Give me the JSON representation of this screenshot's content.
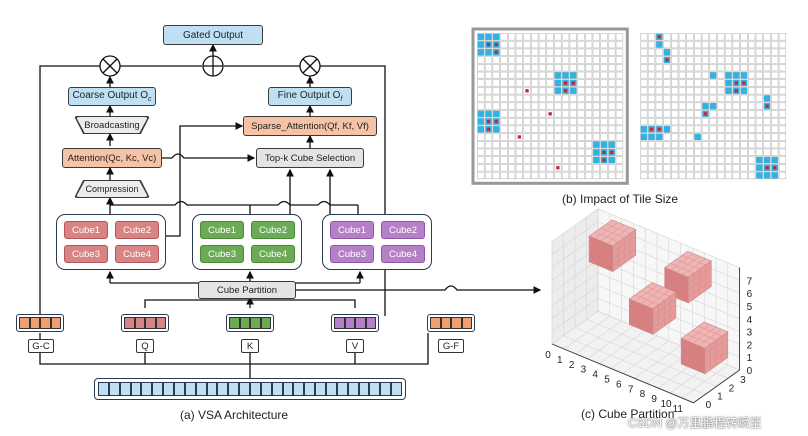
{
  "architecture": {
    "gated_output": "Gated Output",
    "coarse_output": "Coarse Output O",
    "coarse_sub": "c",
    "fine_output": "Fine Output O",
    "fine_sub": "f",
    "broadcasting": "Broadcasting",
    "attention": "Attention(Q",
    "attention_full": "Attention(Qc, Kc, Vc)",
    "sparse_attention": "Sparse_Attention(Qf, Kf, Vf)",
    "topk": "Top-k Cube Selection",
    "compression": "Compression",
    "cube_partition": "Cube Partition",
    "groups": [
      {
        "color": "#d88484",
        "cubes": [
          "Cube1",
          "Cube2",
          "Cube3",
          "Cube4"
        ]
      },
      {
        "color": "#6bab55",
        "cubes": [
          "Cube1",
          "Cube2",
          "Cube3",
          "Cube4"
        ]
      },
      {
        "color": "#b680c8",
        "cubes": [
          "Cube1",
          "Cube2",
          "Cube3",
          "Cube4"
        ]
      }
    ],
    "inputs": [
      "G-C",
      "Q",
      "K",
      "V",
      "G-F"
    ],
    "caption": "(a) VSA Architecture"
  },
  "tile_size": {
    "caption": "(b) Impact of Tile Size"
  },
  "cube_partition_plot": {
    "caption": "(c) Cube Partition",
    "x_ticks": [
      "0",
      "1",
      "2",
      "3",
      "4",
      "5",
      "6",
      "7",
      "8",
      "9",
      "10",
      "11"
    ],
    "y_ticks": [
      "0",
      "1",
      "2",
      "3"
    ],
    "z_ticks": [
      "0",
      "1",
      "2",
      "3",
      "4",
      "5",
      "6",
      "7"
    ]
  },
  "watermark": "CSDN @万里鹏程转瞬至",
  "colors": {
    "blue_box": "#bfe0f3",
    "orange_box": "#f6c3a6",
    "red_cube": "#d88484",
    "green_cube": "#6bab55",
    "purple_cube": "#b680c8",
    "tile_blue": "#2eb3e6",
    "tile_red": "#c0283a"
  }
}
